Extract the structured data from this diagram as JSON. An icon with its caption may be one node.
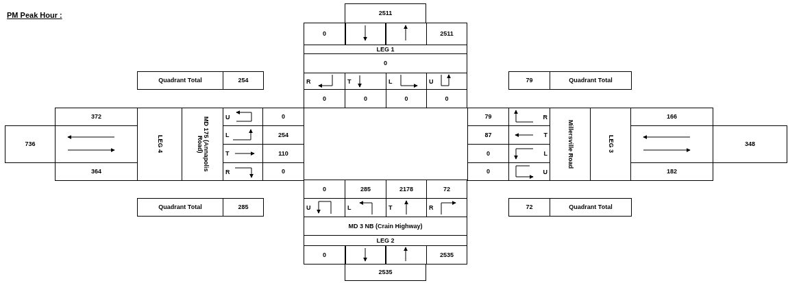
{
  "diagram": {
    "title": "PM Peak Hour :",
    "nodes": [
      {
        "text": [
          "2511"
        ]
      },
      {
        "text": [
          "0"
        ]
      },
      {
        "text": [],
        "shape": "box"
      },
      {
        "text": [],
        "shape": "box"
      },
      {
        "text": [
          "2511"
        ]
      },
      {
        "text": [
          "LEG 1"
        ]
      },
      {
        "text": [
          "0"
        ]
      },
      {
        "text": [
          "Quadrant Total"
        ]
      },
      {
        "text": [
          "254"
        ]
      },
      {
        "text": [
          "R"
        ]
      },
      {
        "text": [
          "T"
        ]
      },
      {
        "text": [
          "L"
        ]
      },
      {
        "text": [
          "U"
        ]
      },
      {
        "text": [
          "79"
        ]
      },
      {
        "text": [
          "Quadrant Total"
        ]
      },
      {
        "text": [
          "0"
        ]
      },
      {
        "text": [
          "0"
        ]
      },
      {
        "text": [
          "0"
        ]
      },
      {
        "text": [
          "0"
        ]
      },
      {
        "text": [
          "372"
        ]
      },
      {
        "text": [
          "LEG 4"
        ]
      },
      {
        "text": [
          "MD 175 (Annapolis Road)"
        ]
      },
      {
        "text": [
          "U"
        ]
      },
      {
        "text": [
          "0"
        ]
      },
      {
        "text": [],
        "shape": "box"
      },
      {
        "text": [
          "79"
        ]
      },
      {
        "text": [
          "R"
        ]
      },
      {
        "text": [
          "Millersville Road"
        ]
      },
      {
        "text": [
          "LEG 3"
        ]
      },
      {
        "text": [
          "166"
        ]
      },
      {
        "text": [
          "736"
        ]
      },
      {
        "text": [],
        "shape": "box"
      },
      {
        "text": [
          "L"
        ]
      },
      {
        "text": [
          "254"
        ]
      },
      {
        "text": [
          "87"
        ]
      },
      {
        "text": [
          "T"
        ]
      },
      {
        "text": [],
        "shape": "box"
      },
      {
        "text": [
          "348"
        ]
      },
      {
        "text": [
          "T"
        ]
      },
      {
        "text": [
          "110"
        ]
      },
      {
        "text": [
          "0"
        ]
      },
      {
        "text": [
          "L"
        ]
      },
      {
        "text": [
          "364"
        ]
      },
      {
        "text": [
          "R"
        ]
      },
      {
        "text": [
          "0"
        ]
      },
      {
        "text": [
          "0"
        ]
      },
      {
        "text": [
          "U"
        ]
      },
      {
        "text": [
          "182"
        ]
      },
      {
        "text": [
          "0"
        ]
      },
      {
        "text": [
          "285"
        ]
      },
      {
        "text": [
          "2178"
        ]
      },
      {
        "text": [
          "72"
        ]
      },
      {
        "text": [
          "Quadrant Total"
        ]
      },
      {
        "text": [
          "285"
        ]
      },
      {
        "text": [
          "U"
        ]
      },
      {
        "text": [
          "L"
        ]
      },
      {
        "text": [
          "T"
        ]
      },
      {
        "text": [
          "R"
        ]
      },
      {
        "text": [
          "72"
        ]
      },
      {
        "text": [
          "Quadrant Total"
        ]
      },
      {
        "text": [
          "MD 3 NB (Crain Highway)"
        ]
      },
      {
        "text": [
          "LEG 2"
        ]
      },
      {
        "text": [
          "0"
        ]
      },
      {
        "text": [],
        "shape": "box"
      },
      {
        "text": [],
        "shape": "box"
      },
      {
        "text": [
          "2535"
        ]
      },
      {
        "text": [
          "2535"
        ]
      }
    ]
  }
}
